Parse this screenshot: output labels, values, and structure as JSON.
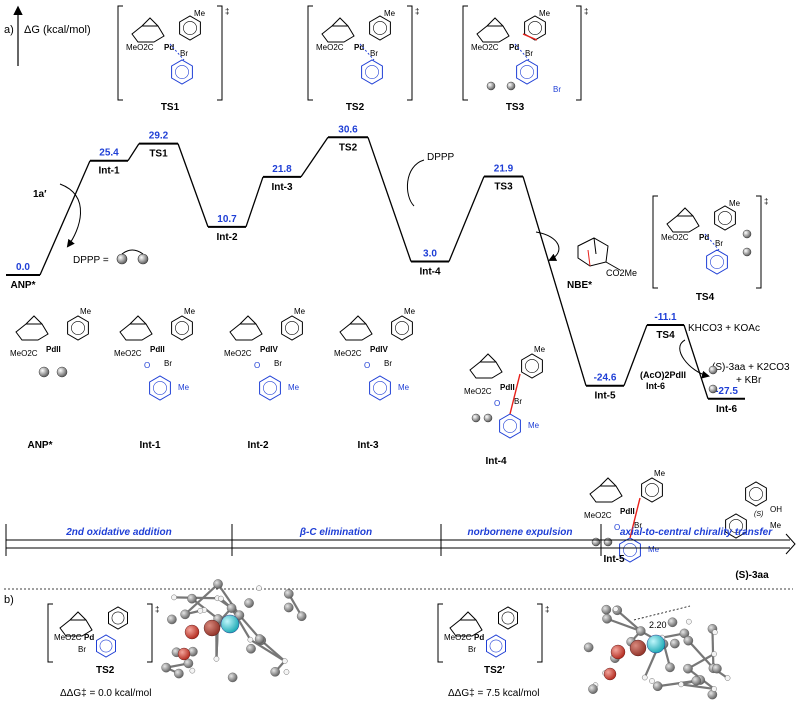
{
  "panel_a_label": "a)",
  "panel_b_label": "b)",
  "y_axis_label": "ΔG (kcal/mol)",
  "colors": {
    "energy": "#1f3fd6",
    "line": "#000000",
    "red_bond": "#e8211b",
    "pd": "#22c3cf",
    "oxygen": "#c0392b",
    "bromine": "#a0302a"
  },
  "levels": [
    {
      "name": "ANP*",
      "value": "0.0"
    },
    {
      "name": "Int-1",
      "value": "25.4"
    },
    {
      "name": "TS1",
      "value": "29.2"
    },
    {
      "name": "Int-2",
      "value": "10.7"
    },
    {
      "name": "Int-3",
      "value": "21.8"
    },
    {
      "name": "TS2",
      "value": "30.6"
    },
    {
      "name": "Int-4",
      "value": "3.0"
    },
    {
      "name": "TS3",
      "value": "21.9"
    },
    {
      "name": "Int-5",
      "value": "-24.6"
    },
    {
      "name": "TS4",
      "value": "-11.1"
    },
    {
      "name": "Int-6",
      "value": "-27.5"
    }
  ],
  "annotations": {
    "reagent_1a": "1a′",
    "dppp_eq": "DPPP =",
    "dppp": "DPPP",
    "nbe": "NBE*",
    "co2me": "CO2Me",
    "khco3": "KHCO3 + KOAc",
    "product_line1": "(S)-3aa + K2CO3",
    "product_line2": "+ KBr",
    "int6_formula": "(AcO)2PdII",
    "int6_label": "Int-6"
  },
  "ts_boxes": [
    {
      "label": "TS1",
      "dagger": "‡"
    },
    {
      "label": "TS2",
      "dagger": "‡"
    },
    {
      "label": "TS3",
      "dagger": "‡"
    },
    {
      "label": "TS4",
      "dagger": "‡"
    }
  ],
  "structures": [
    {
      "label": "ANP*"
    },
    {
      "label": "Int-1"
    },
    {
      "label": "Int-2"
    },
    {
      "label": "Int-3"
    },
    {
      "label": "Int-4"
    },
    {
      "label": "Int-5"
    },
    {
      "label": "(S)-3aa"
    }
  ],
  "atoms": {
    "me": "Me",
    "meo2c": "MeO2C",
    "pd": "Pd",
    "pd2": "PdII",
    "pd4": "PdIV",
    "br": "Br",
    "o": "O",
    "s": "(S)",
    "oh": "OH",
    "bromide": "Br"
  },
  "stages": [
    {
      "label": "2nd oxidative addition"
    },
    {
      "label": "β-C elimination"
    },
    {
      "label": "norbornene expulsion"
    },
    {
      "label": "axial-to-central chirality transfer"
    }
  ],
  "panel_b": {
    "ts2_label": "TS2",
    "ts2_energy": "ΔΔG‡ = 0.0 kcal/mol",
    "ts2p_label": "TS2′",
    "ts2p_energy": "ΔΔG‡ = 7.5 kcal/mol",
    "distance": "2.20"
  }
}
